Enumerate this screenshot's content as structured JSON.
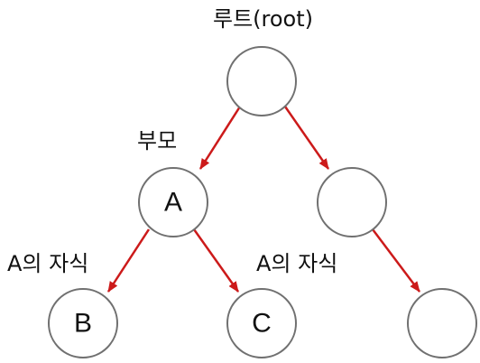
{
  "labels": {
    "root": "루트(root)",
    "parent": "부모",
    "child_b": "A의 자식",
    "child_c": "A의 자식"
  },
  "nodes": {
    "root": "",
    "a": "A",
    "right": "",
    "b": "B",
    "c": "C",
    "right_child": ""
  },
  "colors": {
    "edge": "#cc1a1a",
    "node_border": "#707070"
  }
}
